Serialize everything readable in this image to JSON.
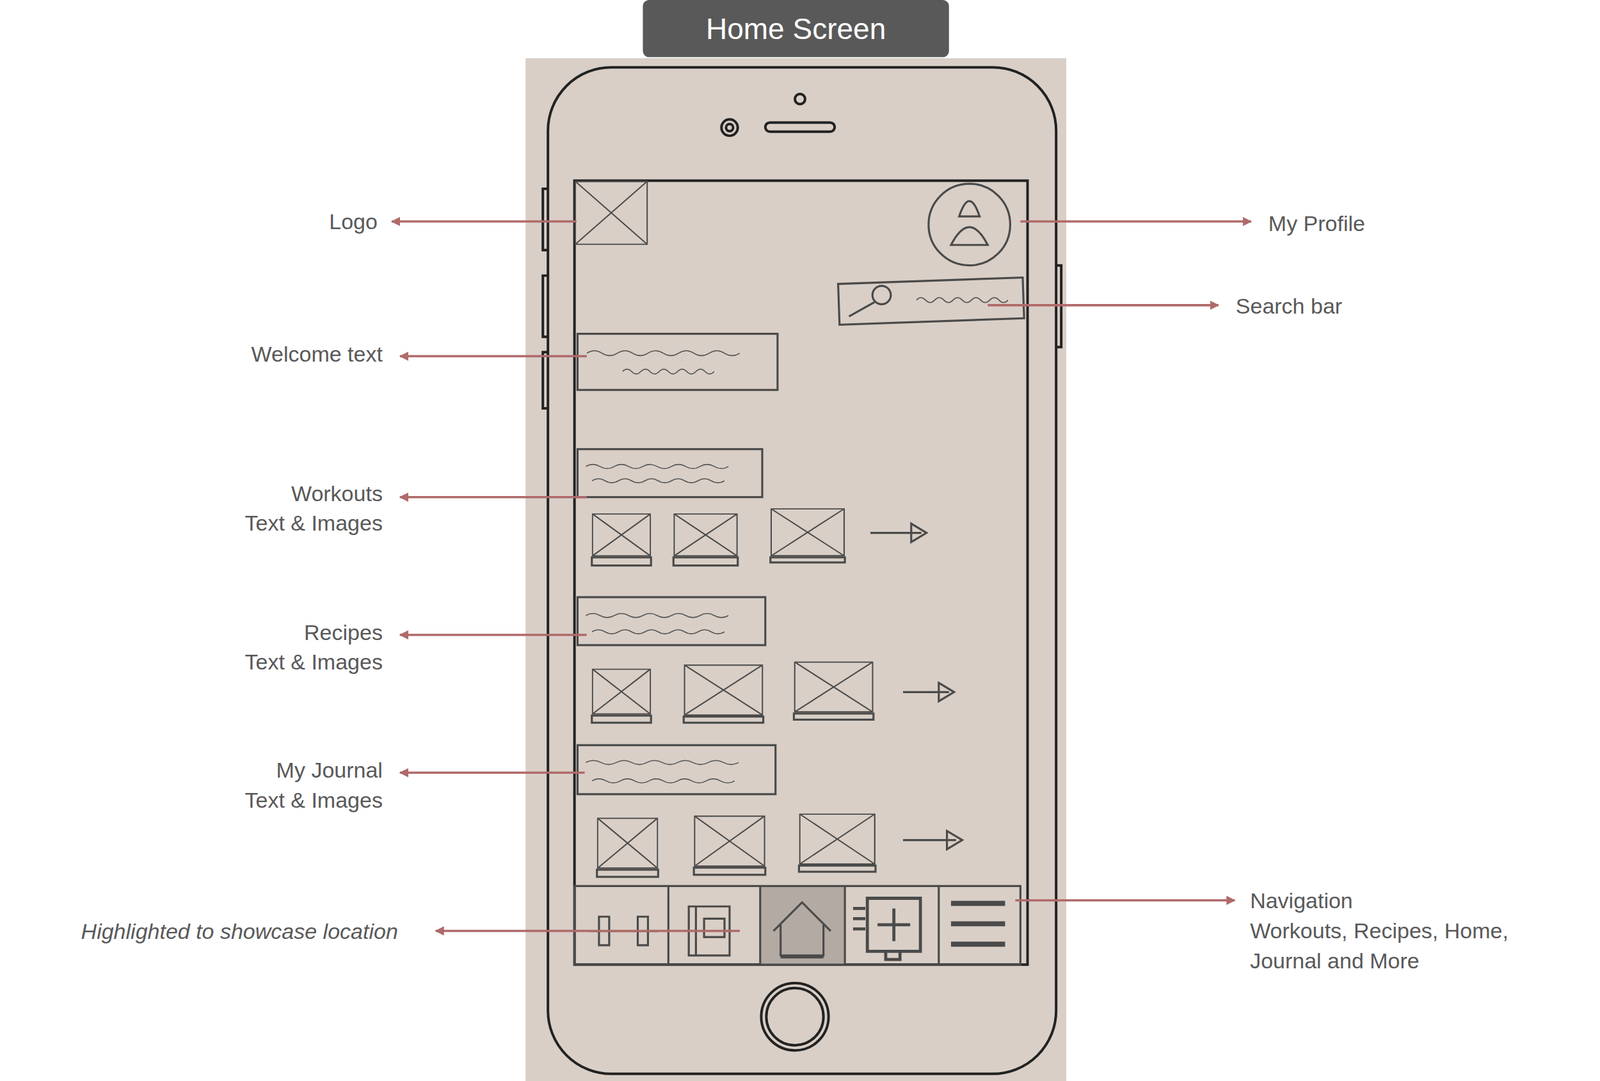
{
  "diagram": {
    "title": "Home Screen",
    "labels": [
      "Logo",
      "My Profile",
      "Search bar",
      "Welcome text",
      "Workouts",
      "Text & Images",
      "Recipes",
      "Text & Images",
      "My Journal",
      "Text & Images",
      "Highlighted to showcase location",
      "Navigation",
      "Workouts, Recipes, Home, Journal and More"
    ]
  }
}
